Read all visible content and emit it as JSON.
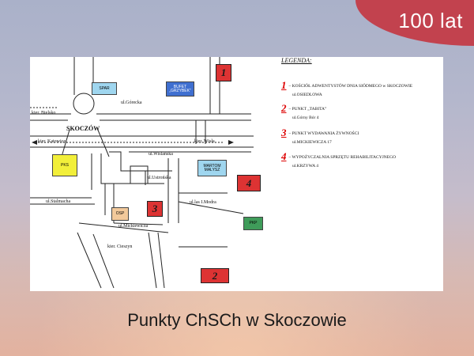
{
  "badge": "100 lat",
  "title": "Punkty ChSCh w Skoczowie",
  "map": {
    "city": "SKOCZÓW",
    "streets": {
      "gorecka": "ul.Górecka",
      "wislanska": "ul.Wiślańska",
      "ustronska": "ul.Ustrońska",
      "stalmacha": "ul.Stalmacha",
      "mickiewicza": "ul.Mickiewicza",
      "modra": "ul.las I.Modra"
    },
    "directions": {
      "bielsko": "kier. Bielsko",
      "katowice": "kier. Katowice",
      "wisla": "kier. Wisła",
      "cieszyn": "kier. Cieszyn"
    },
    "places": {
      "spar": "SPAR",
      "bufet": "BUFET „GRZYBEK”",
      "pks": "PKS",
      "market": "MARTOM MALYSZ",
      "osp": "OSP",
      "pkp": "PKP"
    },
    "markers": [
      "1",
      "2",
      "3",
      "4"
    ]
  },
  "legend": {
    "title": "LEGENDA:",
    "items": [
      {
        "num": "1",
        "text": "– KOŚCIÓŁ ADWENTYSTÓW DNIA SIÓDMEGO w SKOCZOWIE",
        "sub": "ul.OSIEDLOWA"
      },
      {
        "num": "2",
        "text": "– PUNKT „TABITA”",
        "sub": "ul.Górny Bór 4"
      },
      {
        "num": "3",
        "text": "– PUNKT WYDAWANIA ŻYWNOŚCI",
        "sub": "ul.MICKIEWICZA 17"
      },
      {
        "num": "4",
        "text": "– WYPOŻYCZALNIA SPRZĘTU REHABILITACYJNEGO",
        "sub": "ul.KRZYWA 4"
      }
    ]
  },
  "colors": {
    "badge": "#c2424e",
    "marker": "#dd3333",
    "spar": "#9fd6ef",
    "bufet": "#3f6fd0",
    "pks": "#f2ef3a",
    "market": "#9fd6ef",
    "osp": "#f2c99b",
    "pkp": "#3f9c5a"
  }
}
